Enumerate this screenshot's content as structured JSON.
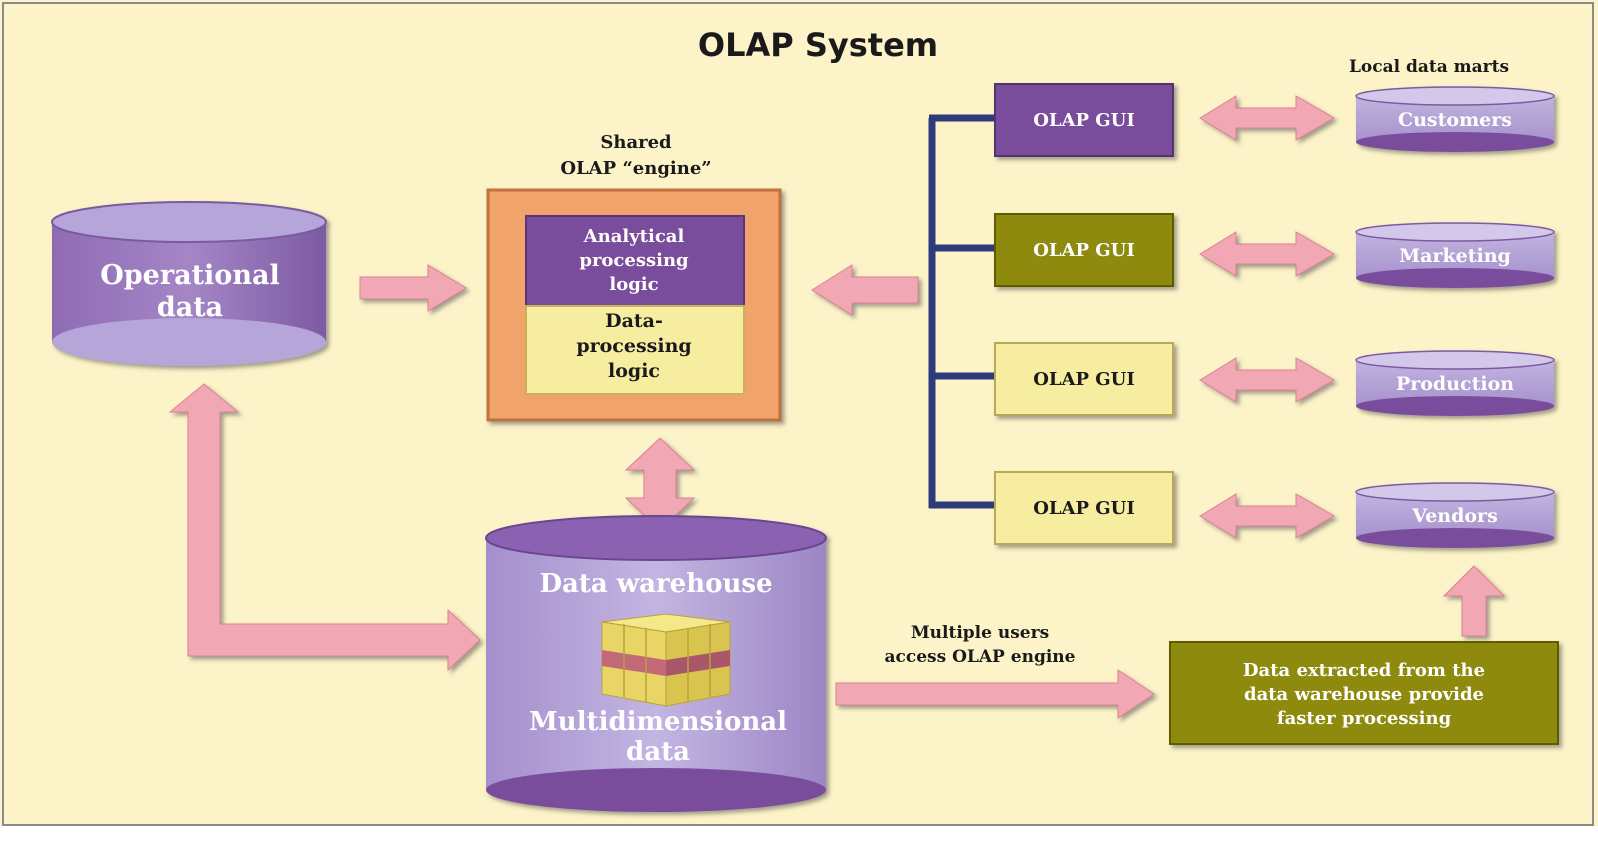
{
  "title": "OLAP System",
  "local_marts_heading": "Local data marts",
  "engine_caption": {
    "line1": "Shared",
    "line2": "OLAP “engine”"
  },
  "analytical_logic": [
    "Analytical",
    "processing",
    "logic"
  ],
  "data_processing_logic": [
    "Data-",
    "processing",
    "logic"
  ],
  "operational_data": [
    "Operational",
    "data"
  ],
  "warehouse": {
    "top_label": "Data warehouse",
    "bottom_label": [
      "Multidimensional",
      "data"
    ]
  },
  "gui_boxes": [
    {
      "label": "OLAP GUI",
      "color": "#7a4d9c"
    },
    {
      "label": "OLAP GUI",
      "color": "#8d8a10"
    },
    {
      "label": "OLAP GUI",
      "color": "#f7eda0"
    },
    {
      "label": "OLAP GUI",
      "color": "#f7eda0"
    }
  ],
  "data_marts": [
    "Customers",
    "Marketing",
    "Production",
    "Vendors"
  ],
  "multi_users_caption": [
    "Multiple users",
    "access OLAP engine"
  ],
  "extracted_box": [
    "Data extracted from the",
    "data warehouse provide",
    "faster processing"
  ],
  "colors": {
    "background": "#fdf3c8",
    "purple": "#7a4d9c",
    "lavender": "#b7a6d6",
    "olive": "#8d8a10",
    "orange": "#f0a36a",
    "pale_yellow": "#f7eda0",
    "arrow_pink": "#f2a8b4",
    "connector_navy": "#2e3b7a"
  }
}
